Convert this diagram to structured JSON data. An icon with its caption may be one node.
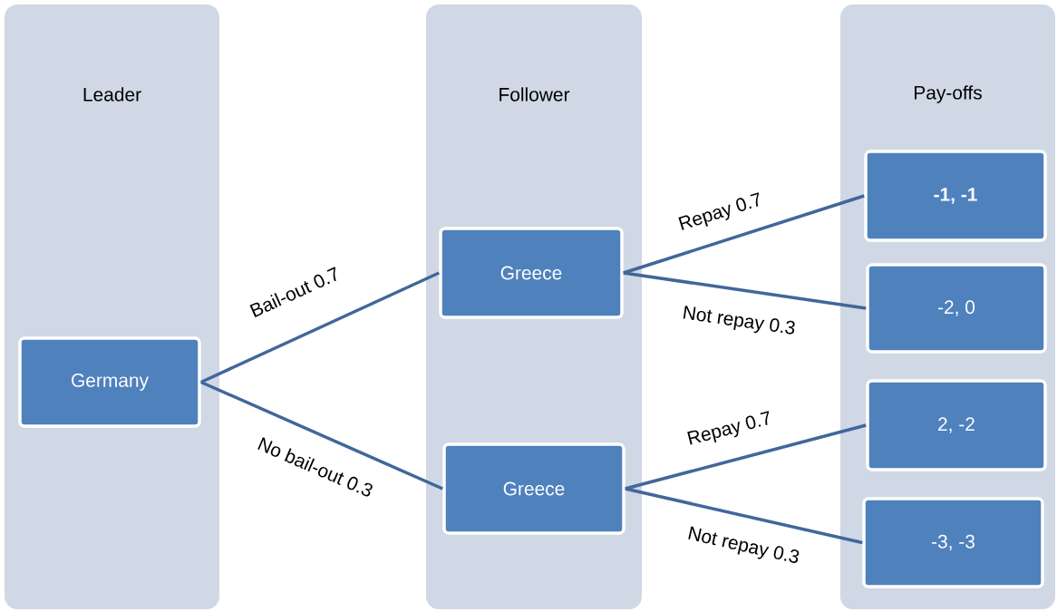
{
  "diagram": {
    "nodes": [
      {
        "text": [
          "Leader"
        ]
      },
      {
        "text": [
          "Follower"
        ]
      },
      {
        "text": [
          "Pay-offs"
        ]
      },
      {
        "text": [
          "Germany"
        ],
        "in": 0
      },
      {
        "text": [
          "Greece"
        ],
        "in": 1
      },
      {
        "text": [
          "Greece"
        ],
        "in": 1
      },
      {
        "text": [
          "-1, -1"
        ],
        "in": 2
      },
      {
        "text": [
          "-2, 0"
        ],
        "in": 2
      },
      {
        "text": [
          "2, -2"
        ],
        "in": 2
      },
      {
        "text": [
          "-3, -3"
        ],
        "in": 2
      }
    ],
    "edges": [
      {
        "from": 3,
        "to": 4,
        "arrow": "none",
        "label": "Bail-out 0.7"
      },
      {
        "from": 3,
        "to": 5,
        "arrow": "none",
        "label": "No bail-out 0.3"
      },
      {
        "from": 4,
        "to": 6,
        "arrow": "none",
        "label": "Repay 0.7"
      },
      {
        "from": 4,
        "to": 7,
        "arrow": "none",
        "label": "Not repay 0.3"
      },
      {
        "from": 5,
        "to": 8,
        "arrow": "none",
        "label": "Repay 0.7"
      },
      {
        "from": 5,
        "to": 9,
        "arrow": "none",
        "label": "Not repay 0.3"
      }
    ]
  }
}
